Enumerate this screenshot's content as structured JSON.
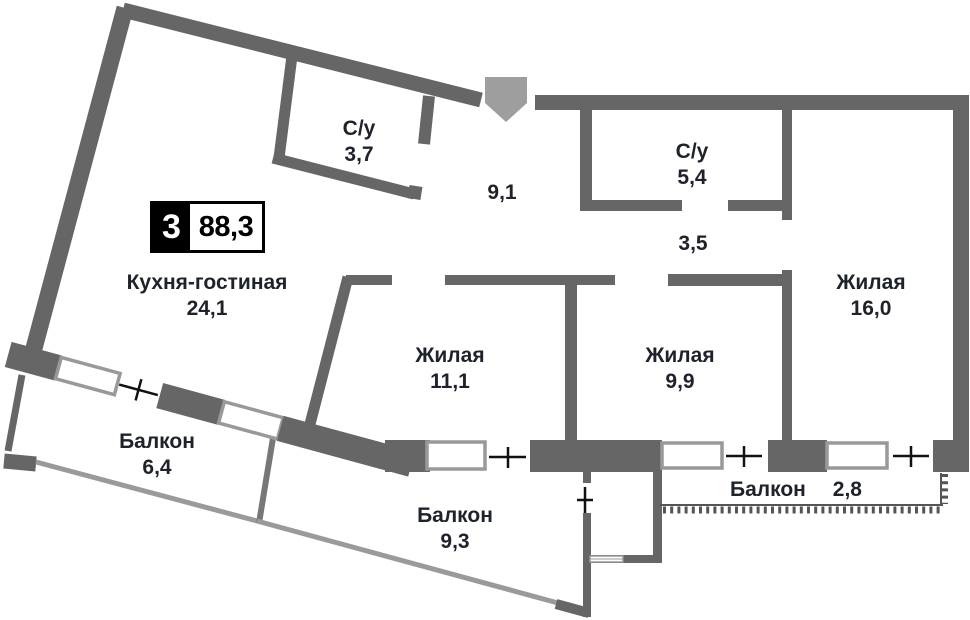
{
  "plan": {
    "badge": {
      "rooms": "3",
      "total_area": "88,3"
    },
    "rooms": {
      "kitchen": {
        "name": "Кухня-гостиная",
        "area": "24,1"
      },
      "bathroom_small": {
        "name": "С/у",
        "area": "3,7"
      },
      "hallway": {
        "area": "9,1"
      },
      "bathroom_large": {
        "name": "С/у",
        "area": "5,4"
      },
      "corridor": {
        "area": "3,5"
      },
      "living_1": {
        "name": "Жилая",
        "area": "11,1"
      },
      "living_2": {
        "name": "Жилая",
        "area": "9,9"
      },
      "living_3": {
        "name": "Жилая",
        "area": "16,0"
      },
      "balcony_left": {
        "name": "Балкон",
        "area": "6,4"
      },
      "balcony_bottom": {
        "name": "Балкон",
        "area": "9,3"
      },
      "balcony_right": {
        "name": "Балкон",
        "area": "2,8"
      }
    },
    "colors": {
      "wall": "#666666",
      "balcony_railing": "#9a9a9a",
      "balcony_divider": "#777777",
      "window_frame": "#999999",
      "entrance_arrow": "#9e9e9e",
      "door_marker": "#111111",
      "hatch": "#555555",
      "text": "#1e222a",
      "badge_bg": "#000000"
    }
  }
}
